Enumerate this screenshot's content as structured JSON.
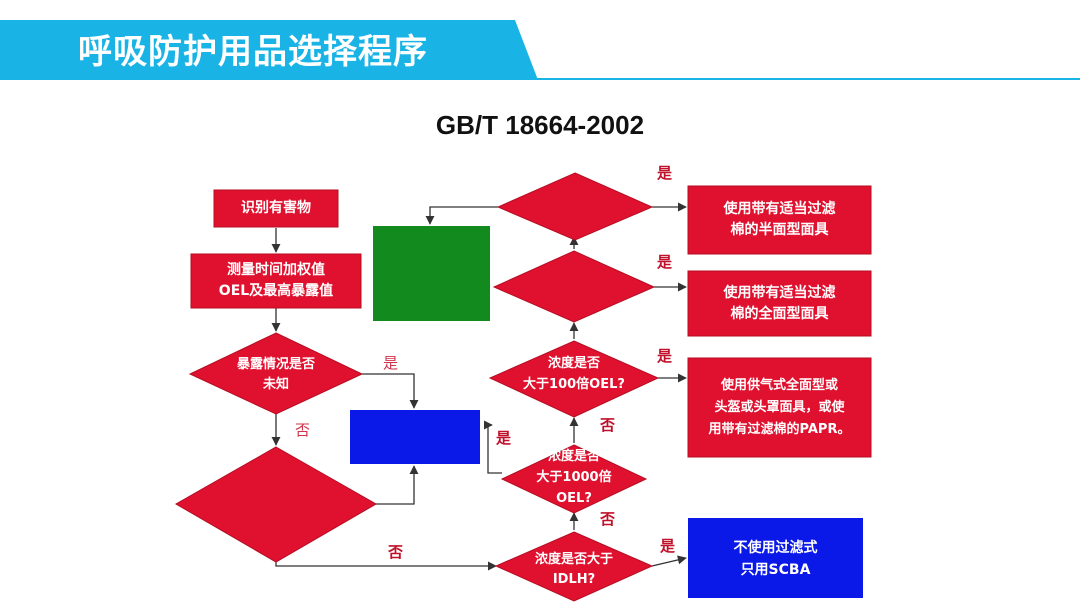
{
  "header": {
    "title": "呼吸防护用品选择程序",
    "banner_color": "#1ab3e6"
  },
  "subtitle": "GB/T 18664-2002",
  "colors": {
    "red": "#e0112f",
    "red_dark": "#c20e26",
    "green": "#128a1e",
    "blue": "#0a18e8",
    "line": "#333333"
  },
  "nodes": {
    "identify": "识别有害物",
    "measure": "测量时间加权值\nOEL及最高暴露值",
    "exposure_unknown": "暴露情况是否\n未知",
    "gt100": "浓度是否\n大于100倍OEL?",
    "gt1000": "浓度是否\n大于1000倍\nOEL?",
    "idlh": "浓度是否大于\nIDLH?",
    "half_mask": "使用带有适当过滤\n棉的半面型面具",
    "full_mask": "使用带有适当过滤\n棉的全面型面具",
    "supplied_air": "使用供气式全面型或\n头盔或头罩面具，或使\n用带有过滤棉的PAPR。",
    "scba": "不使用过滤式\n只用SCBA"
  },
  "labels": {
    "yes": "是",
    "no": "否"
  }
}
